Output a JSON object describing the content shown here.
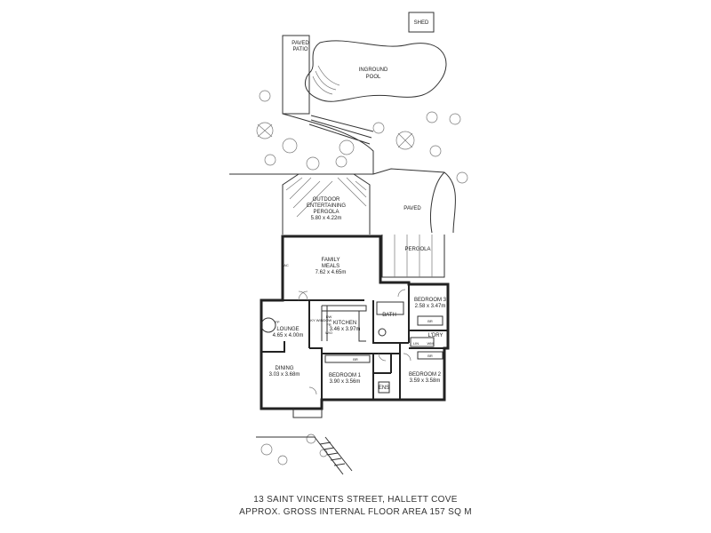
{
  "rooms": {
    "shed": "SHED",
    "paved_patio_1": "PAVED",
    "paved_patio_2": "PATIO",
    "pool_1": "INGROUND",
    "pool_2": "POOL",
    "outdoor_1": "OUTDOOR",
    "outdoor_2": "ENTERTAINING",
    "outdoor_3": "PERGOLA",
    "outdoor_dim": "5.80 x 4.22m",
    "paved": "PAVED",
    "pergola": "PERGOLA",
    "family_1": "FAMILY",
    "family_2": "MEALS",
    "family_dim": "7.62 x 4.65m",
    "ac": "AC",
    "bed3": "BEDROOM 3",
    "bed3_dim": "2.58 x 3.47m",
    "bath": "BATH",
    "kitchen": "KITCHEN",
    "kitchen_dim": "3.46 x 3.97m",
    "sky_window": "SKY WINDOW",
    "fp": "FP",
    "lounge": "LOUNGE",
    "lounge_dim": "4.65 x 4.00m",
    "ldry": "L'DRY",
    "dining": "DINING",
    "dining_dim": "3.03 x 3.68m",
    "bed1": "BEDROOM 1",
    "bed1_dim": "3.90 x 3.56m",
    "bed2": "BEDROOM 2",
    "bed2_dim": "3.59 x 3.58m",
    "ens": "ENS",
    "br": "BR",
    "lin": "LIN",
    "wm": "WM",
    "dw": "DW",
    "fr": "FR",
    "wo": "W/O"
  },
  "footer": {
    "address": "13 SAINT VINCENTS STREET, HALLETT COVE",
    "area": "APPROX. GROSS INTERNAL FLOOR AREA  157 SQ M"
  }
}
